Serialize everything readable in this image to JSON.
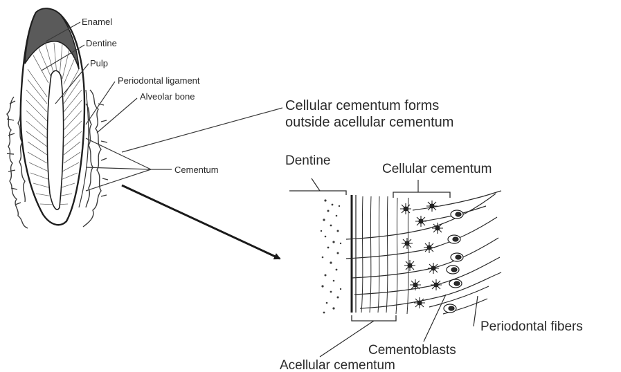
{
  "labels": {
    "enamel": "Enamel",
    "dentine_small": "Dentine",
    "pulp": "Pulp",
    "periodontal_ligament": "Periodontal ligament",
    "alveolar_bone": "Alveolar bone",
    "cementum": "Cementum",
    "cellular_line1": "Cellular cementum forms",
    "cellular_line2": "outside acellular cementum",
    "dentine_large": "Dentine",
    "cellular_cementum": "Cellular cementum",
    "periodontal_fibers": "Periodontal fibers",
    "cementoblasts": "Cementoblasts",
    "acellular_cementum": "Acellular cementum"
  },
  "colors": {
    "ink": "#2a2a2a",
    "enamel_fill": "#5a5a5a",
    "background": "#ffffff"
  }
}
